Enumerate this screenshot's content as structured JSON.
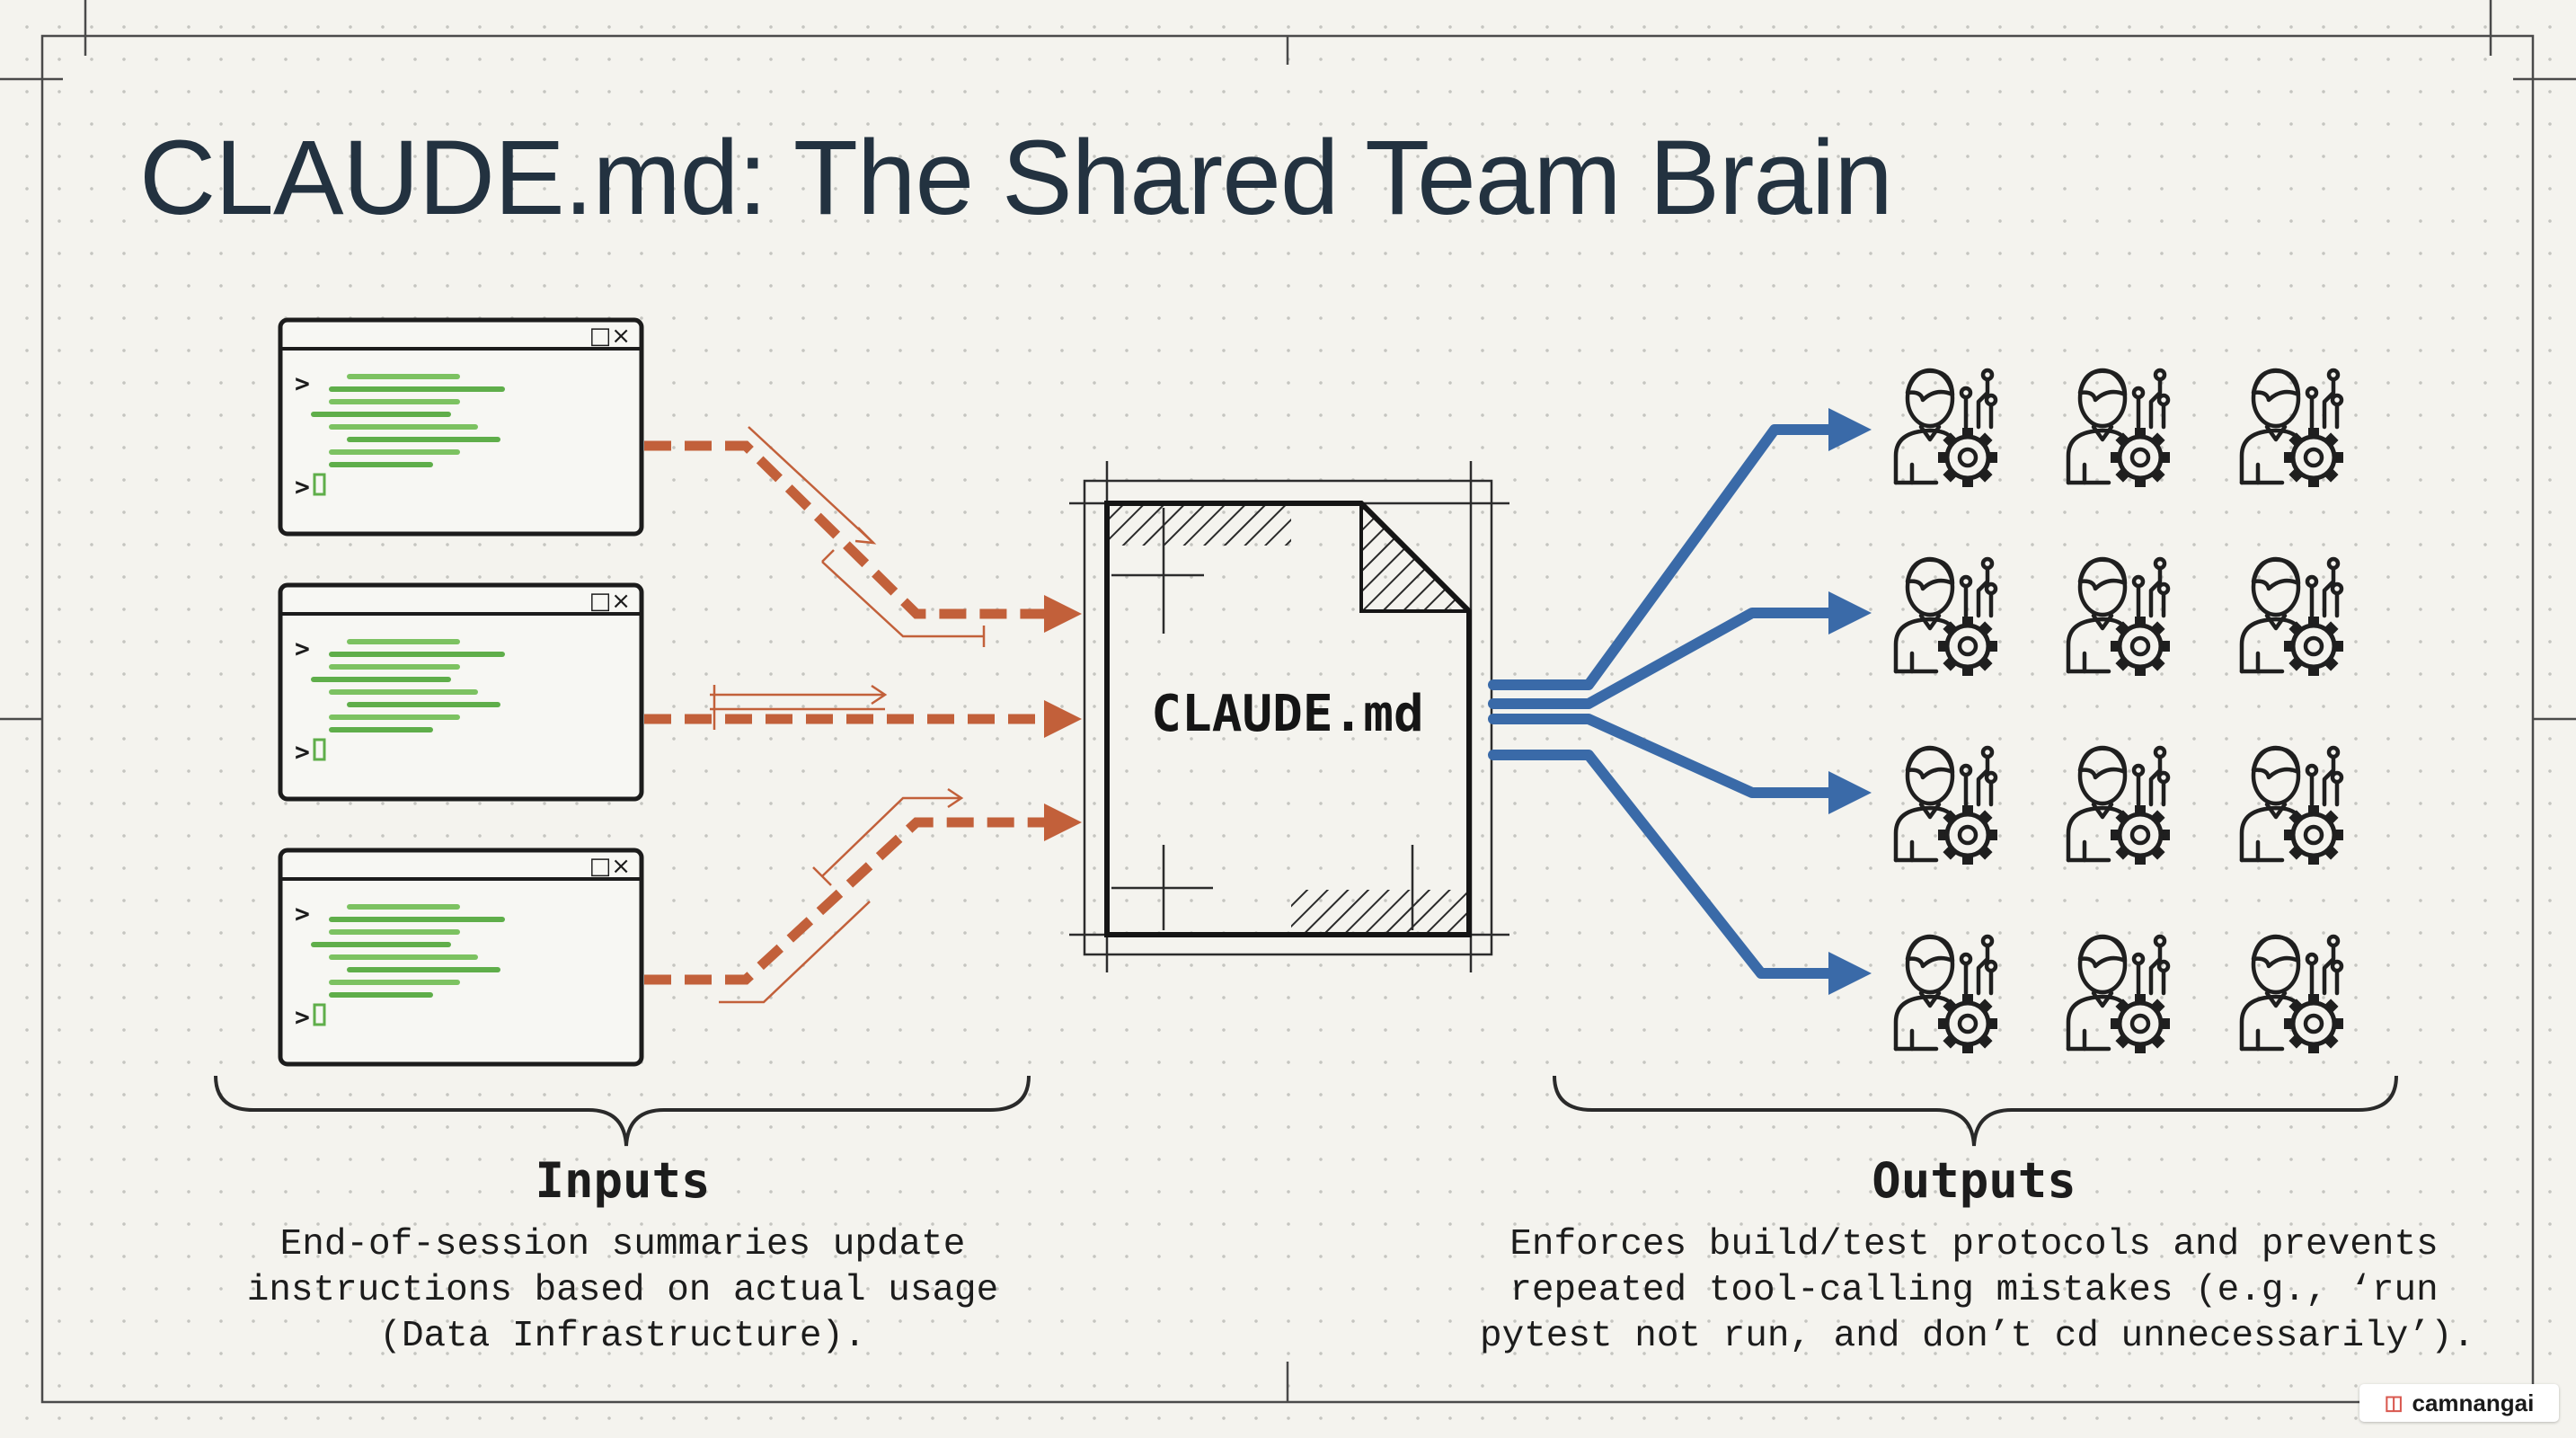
{
  "title": "CLAUDE.md: The Shared Team Brain",
  "document": {
    "label": "CLAUDE.md"
  },
  "terminals": [
    {
      "name": "terminal-1",
      "prompt_top": ">",
      "prompt_bottom": ">"
    },
    {
      "name": "terminal-2",
      "prompt_top": ">",
      "prompt_bottom": ">"
    },
    {
      "name": "terminal-3",
      "prompt_top": ">",
      "prompt_bottom": ">"
    }
  ],
  "terminal_controls": "_□×",
  "inputs": {
    "heading": "Inputs",
    "lines": [
      "End-of-session summaries update",
      "instructions based on actual usage",
      "(Data Infrastructure)."
    ]
  },
  "outputs": {
    "heading": "Outputs",
    "lines": [
      "Enforces build/test protocols and prevents",
      "repeated tool-calling mistakes (e.g., ‘run",
      "pytest not run, and don’t cd unnecessarily’)."
    ]
  },
  "team": {
    "rows": 4,
    "columns": 3,
    "icon": "engineer-with-gear-icon"
  },
  "colors": {
    "background": "#f4f3ee",
    "ink": "#1c1c1c",
    "title": "#233240",
    "input_arrows": "#c2603a",
    "output_arrows": "#3a6aa8",
    "code_lines": "#5fae4a"
  },
  "brand": {
    "icon": "brand-logo-icon",
    "text": "camnangai"
  }
}
